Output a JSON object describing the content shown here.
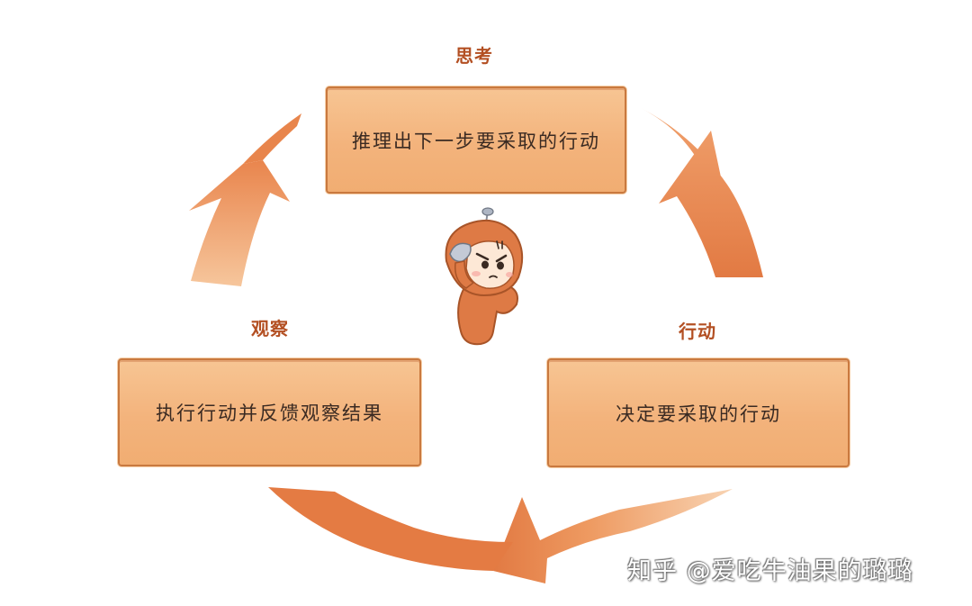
{
  "cycle": {
    "think": {
      "title": "思考",
      "description": "推理出下一步要采取的行动"
    },
    "act": {
      "title": "行动",
      "description": "决定要采取的行动"
    },
    "observe": {
      "title": "观察",
      "description": "执行行动并反馈观察结果"
    }
  },
  "watermark": "知乎 @爱吃牛油果的璐璐",
  "colors": {
    "arrow": "#e8814a",
    "arrow_light": "#f4b485",
    "box_fill": "#f3b37c",
    "box_border": "#c9793f",
    "title": "#b34f22",
    "mascot": "#de7a45"
  },
  "icons": {
    "mascot": "orange-hooded-character-icon"
  }
}
